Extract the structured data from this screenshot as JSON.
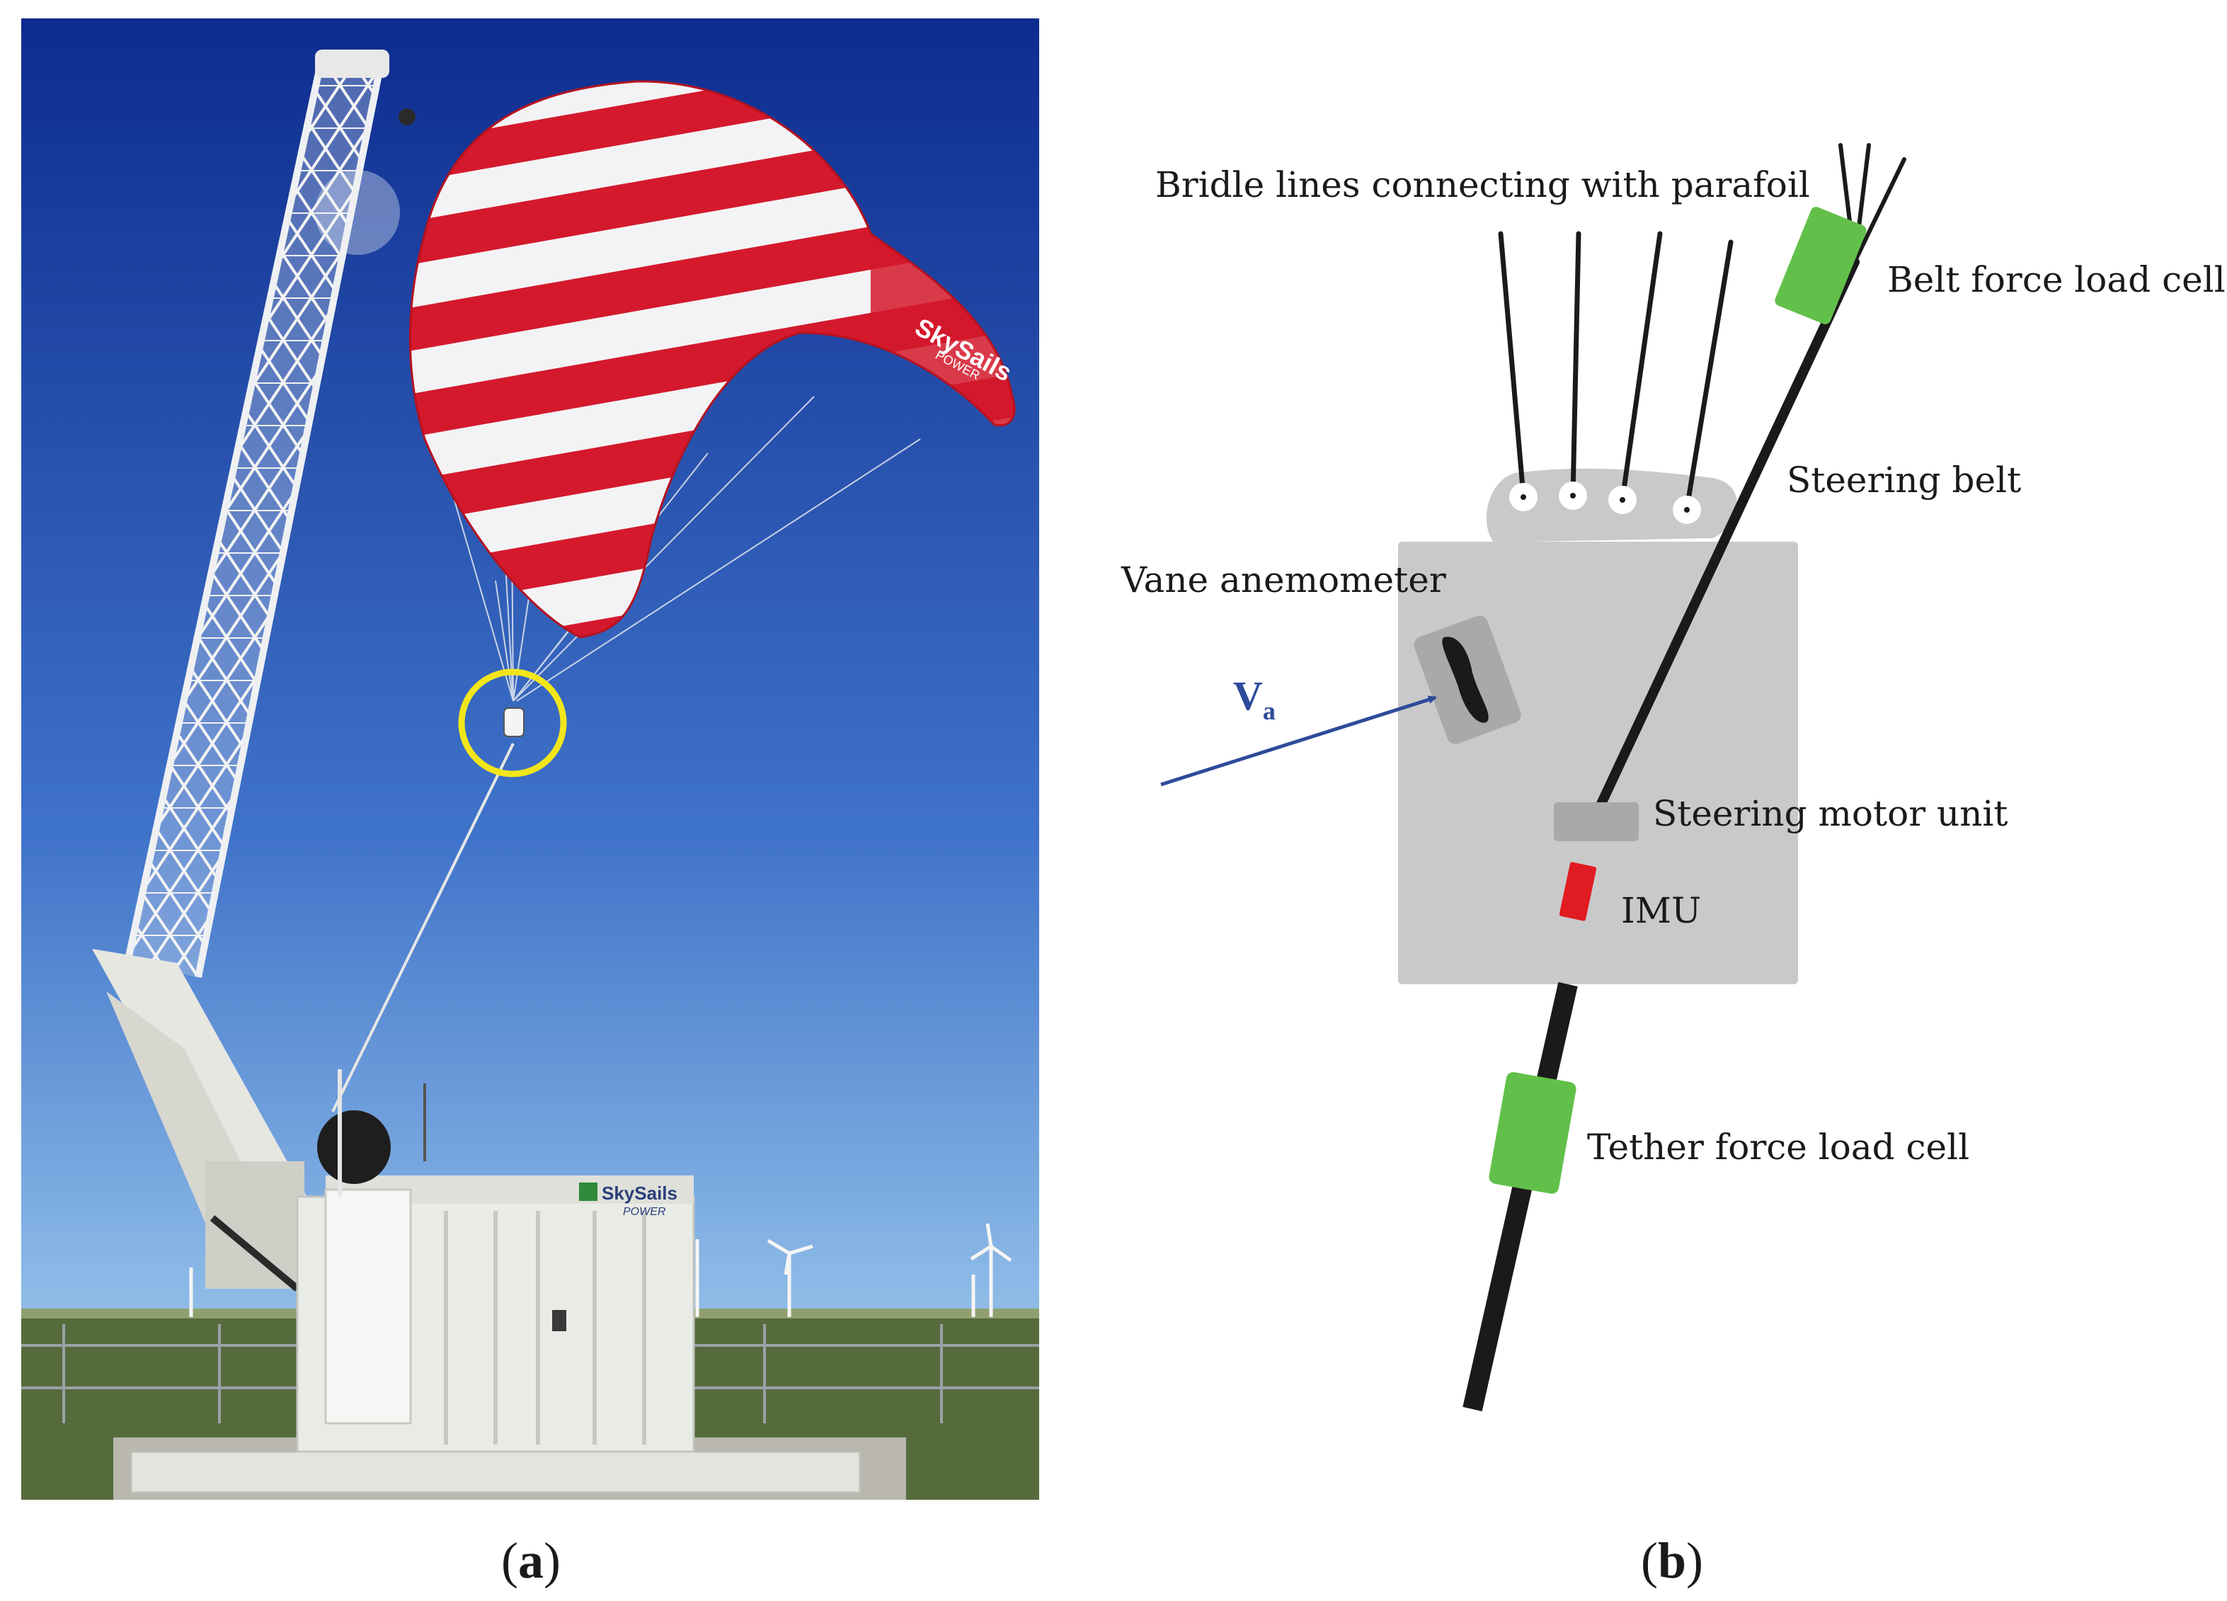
{
  "colors": {
    "sky_top": "#0d2c8f",
    "sky_bottom": "#7fb0e0",
    "kite_red": "#d4192c",
    "kite_white": "#f3f3f6",
    "highlight_circle": "#f2e61a",
    "grass": "#556b3c",
    "container": "#e9ebe6",
    "body_gray": "#c9c9c9",
    "dark_gray": "#a9a9a9",
    "tether": "#1a1a1a",
    "load_cell_green": "#62c04a",
    "imu_red": "#e11b22",
    "velocity_arrow": "#2e4a9a"
  },
  "panel_a": {
    "caption_paren_open": "(",
    "caption_letter": "a",
    "caption_paren_close": ")",
    "logo_text": "SkySails",
    "logo_sub": "POWER"
  },
  "panel_b": {
    "caption_paren_open": "(",
    "caption_letter": "b",
    "caption_paren_close": ")",
    "labels": {
      "bridle": "Bridle lines connecting with parafoil",
      "belt_load_cell": "Belt force load cell",
      "steering_belt": "Steering belt",
      "vane": "Vane anemometer",
      "velocity_symbol": "V",
      "velocity_subscript": "a",
      "steering_motor": "Steering motor unit",
      "imu": "IMU",
      "tether_load_cell": "Tether force load cell"
    }
  }
}
